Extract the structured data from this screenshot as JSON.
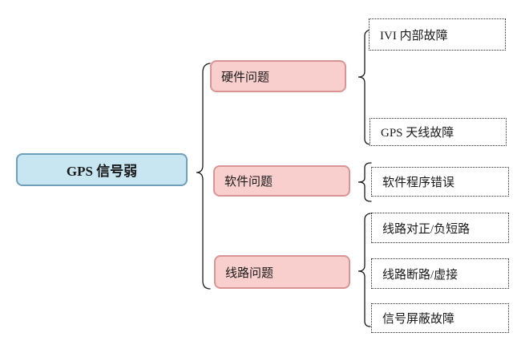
{
  "diagram": {
    "root": {
      "label": "GPS 信号弱"
    },
    "branches": [
      {
        "label": "硬件问题",
        "children": [
          "IVI 内部故障",
          "GPS 天线故障"
        ]
      },
      {
        "label": "软件问题",
        "children": [
          "软件程序错误"
        ]
      },
      {
        "label": "线路问题",
        "children": [
          "线路对正/负短路",
          "线路断路/虚接",
          "信号屏蔽故障"
        ]
      }
    ]
  },
  "colors": {
    "background": "#ffffff",
    "root_fill": "#c8e6f2",
    "root_border": "#6f9fba",
    "branch_fill": "#f9cfcd",
    "branch_border": "#d89593",
    "leaf_fill": "#ffffff",
    "leaf_border": "#2b2b2b",
    "text": "#1a1a1a",
    "connector": "#1a1a1a"
  }
}
